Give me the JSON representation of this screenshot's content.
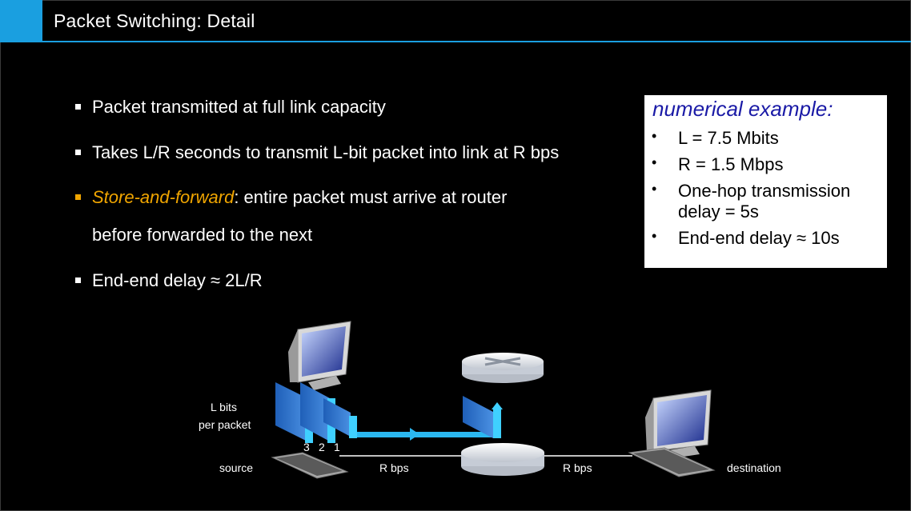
{
  "slide": {
    "title": "Packet Switching: Detail"
  },
  "bullets": [
    {
      "text": "Packet transmitted at full link capacity"
    },
    {
      "text": "Takes L/R seconds to transmit L-bit packet into link at R bps"
    },
    {
      "emphasis": "Store-and-forward",
      "text": ": entire packet must arrive at router",
      "continuation": "before forwarded to the next"
    },
    {
      "text": "End-end delay ≈ 2L/R"
    }
  ],
  "example": {
    "title": "numerical example:",
    "items": [
      {
        "line1": "L = 7.5 Mbits"
      },
      {
        "line1": "R = 1.5 Mbps"
      },
      {
        "line1": "One-hop transmission",
        "line2": "delay = 5s"
      },
      {
        "line1": "End-end delay ≈ 10s"
      }
    ]
  },
  "diagram": {
    "packet_label_line1": "L bits",
    "packet_label_line2": "per packet",
    "packet_numbers": [
      "3",
      "2",
      "1"
    ],
    "source_label": "source",
    "destination_label": "destination",
    "link1_rate": "R bps",
    "link2_rate": "R bps",
    "colors": {
      "packet": "#2b7fd6",
      "packet_edge": "#3fd0ff",
      "link": "#2bb8f0",
      "router": "#e8eaee"
    }
  }
}
